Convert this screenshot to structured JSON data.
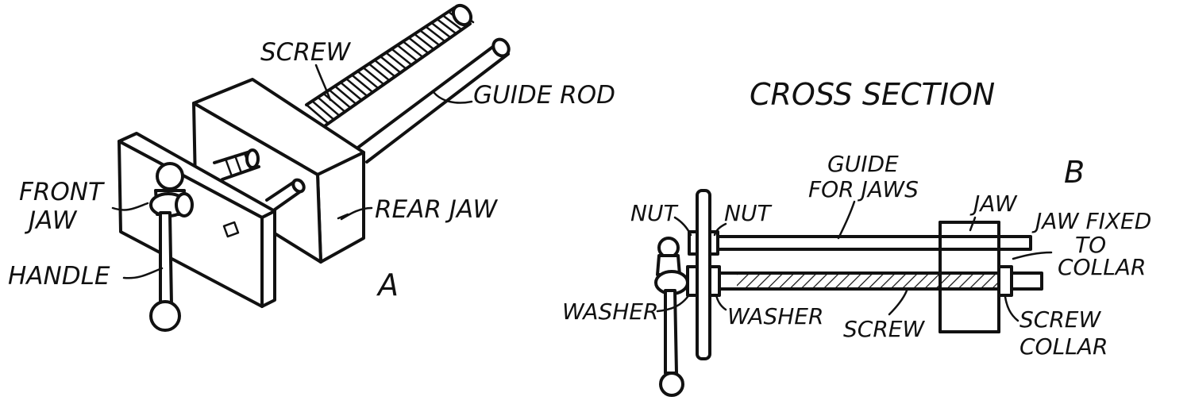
{
  "figure_a": {
    "letter": "A",
    "labels": {
      "screw": "SCREW",
      "guide_rod": "GUIDE ROD",
      "front_jaw_line1": "FRONT",
      "front_jaw_line2": "JAW",
      "rear_jaw": "REAR JAW",
      "handle": "HANDLE"
    }
  },
  "figure_b": {
    "letter": "B",
    "title": "CROSS SECTION",
    "labels": {
      "guide_for_jaws_line1": "GUIDE",
      "guide_for_jaws_line2": "FOR JAWS",
      "nut_left": "NUT",
      "nut_right": "NUT",
      "jaw": "JAW",
      "jaw_fixed_line1": "JAW FIXED",
      "jaw_fixed_line2": "TO",
      "jaw_fixed_line3": "COLLAR",
      "washer_left": "WASHER",
      "washer_right": "WASHER",
      "screw": "SCREW",
      "screw_collar_line1": "SCREW",
      "screw_collar_line2": "COLLAR"
    }
  }
}
